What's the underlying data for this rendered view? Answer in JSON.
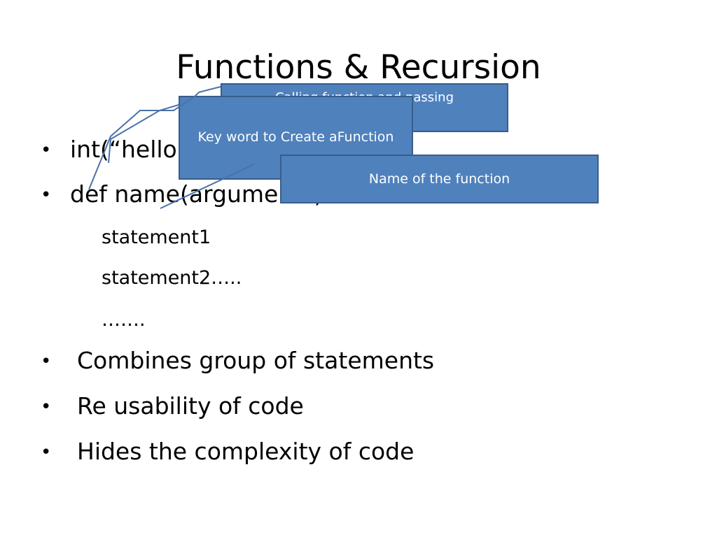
{
  "slide": {
    "title": "Functions & Recursion",
    "bullets": [
      {
        "text": "int(“hello world”)"
      },
      {
        "text": "def name(arguments):"
      }
    ],
    "code_lines": [
      "statement1",
      "statement2…..",
      "……."
    ],
    "bullets_lower": [
      {
        "text": "Combines group of statements"
      },
      {
        "text": "Re usability of code"
      },
      {
        "text": "Hides the complexity of code"
      }
    ],
    "bullet_glyph": "•"
  },
  "callouts": {
    "calling": "Calling function and passing parameter",
    "keyword": "Key word to Create aFunction",
    "name": "Name of the function"
  },
  "colors": {
    "callout_fill": "#4f81bd",
    "callout_border": "#385d8a",
    "leader_line": "#4a72a8"
  }
}
